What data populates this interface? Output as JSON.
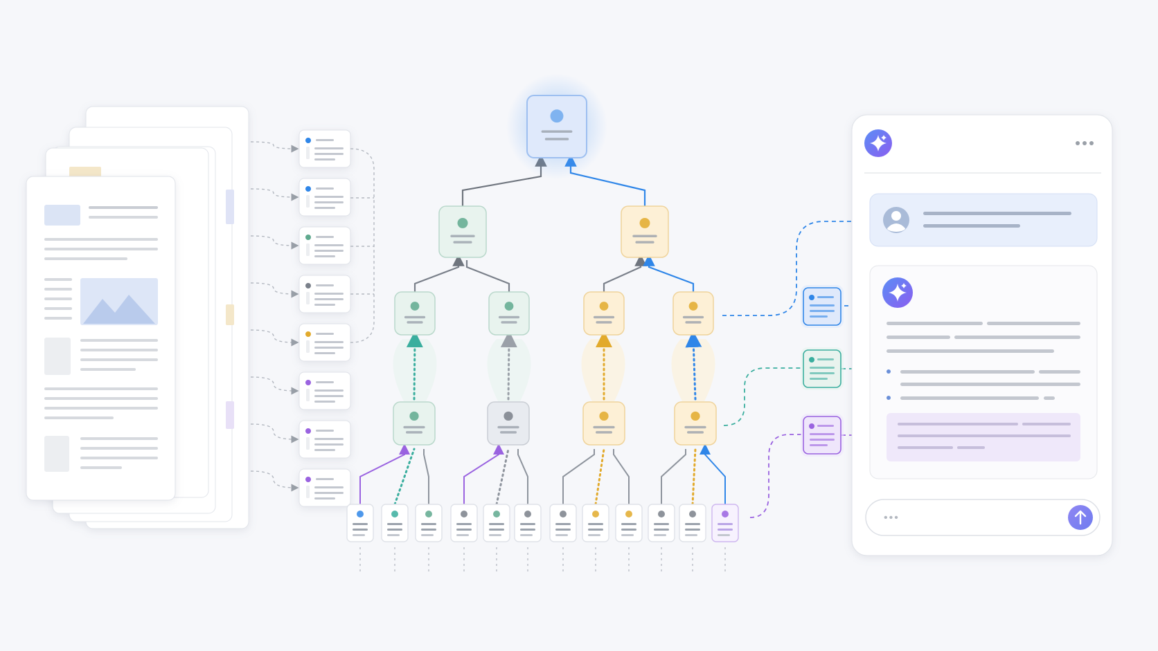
{
  "palette": {
    "background": "#f6f7fa",
    "blue": "#2f86e8",
    "blue_soft": "#dfe9fb",
    "green": "#5fa98e",
    "green_soft": "#e8f3ee",
    "teal": "#3aae9e",
    "amber": "#e2aa2c",
    "amber_soft": "#fdf0d6",
    "purple": "#9a63e0",
    "purple_soft": "#efe6fb",
    "gray": "#7a808a",
    "gray_soft": "#e8ebf0",
    "line_gray": "#b9bec7"
  },
  "icons": {
    "assistant": "sparkle-icon",
    "user": "user-avatar-icon",
    "menu": "more-horizontal-icon",
    "send": "arrow-up-icon"
  },
  "documents": {
    "pages": 5
  },
  "chunks": {
    "dot_colors": [
      "blue",
      "blue",
      "green",
      "gray",
      "amber",
      "purple",
      "purple",
      "purple"
    ]
  },
  "tree": {
    "root": "blue",
    "level1": [
      "green",
      "amber"
    ],
    "level2": [
      "green",
      "green",
      "amber",
      "amber"
    ],
    "level3": [
      "green",
      "gray",
      "amber",
      "amber"
    ],
    "leaves": [
      "blue",
      "teal",
      "green",
      "gray",
      "green",
      "gray",
      "gray",
      "amber",
      "amber",
      "gray",
      "gray",
      "purple"
    ]
  },
  "retrieved": [
    "blue",
    "teal",
    "purple"
  ],
  "chat": {
    "input_placeholder": "•••"
  }
}
